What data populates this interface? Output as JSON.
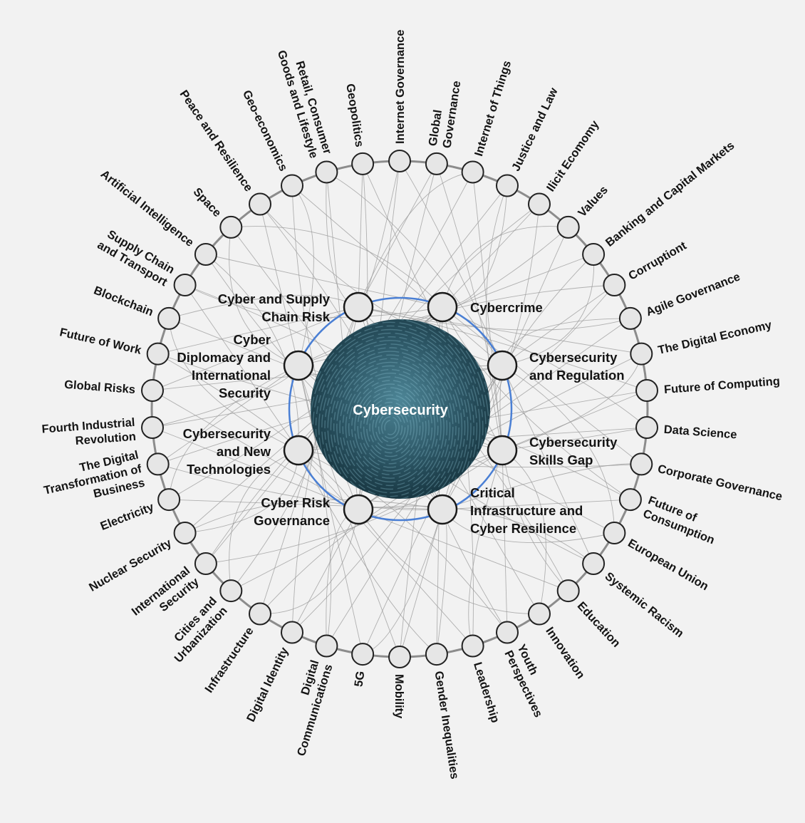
{
  "center": {
    "label": "Cybersecurity"
  },
  "colors": {
    "inner_ring": "#4a7fd4",
    "ring": "#8c8c8c",
    "center_fill": "#2d5766"
  },
  "inner_topics": [
    {
      "id": "supply",
      "lines": [
        "Cyber and Supply",
        "Chain Risk"
      ],
      "side": "left"
    },
    {
      "id": "crime",
      "lines": [
        "Cybercrime"
      ],
      "side": "right"
    },
    {
      "id": "regulation",
      "lines": [
        "Cybersecurity",
        "and Regulation"
      ],
      "side": "right"
    },
    {
      "id": "skills",
      "lines": [
        "Cybersecurity",
        "Skills Gap"
      ],
      "side": "right"
    },
    {
      "id": "infra",
      "lines": [
        "Critical",
        "Infrastructure and",
        "Cyber Resilience"
      ],
      "side": "right"
    },
    {
      "id": "risk",
      "lines": [
        "Cyber Risk",
        "Governance"
      ],
      "side": "left"
    },
    {
      "id": "newtech",
      "lines": [
        "Cybersecurity",
        "and New",
        "Technologies"
      ],
      "side": "left"
    },
    {
      "id": "diplomacy",
      "lines": [
        "Cyber",
        "Diplomacy and",
        "International",
        "Security"
      ],
      "side": "left"
    }
  ],
  "outer_topics": [
    {
      "lines": [
        "Internet Governance"
      ]
    },
    {
      "lines": [
        "Global",
        "Governance"
      ]
    },
    {
      "lines": [
        "Internet of Things"
      ]
    },
    {
      "lines": [
        "Justice and Law"
      ]
    },
    {
      "lines": [
        "Ilicit Ecomomy"
      ]
    },
    {
      "lines": [
        "Values"
      ]
    },
    {
      "lines": [
        "Banking and Capital Markets"
      ]
    },
    {
      "lines": [
        "Corruptiont"
      ]
    },
    {
      "lines": [
        "Agile Governance"
      ]
    },
    {
      "lines": [
        "The Digital Economy"
      ]
    },
    {
      "lines": [
        "Future of Computing"
      ]
    },
    {
      "lines": [
        "Data Science"
      ]
    },
    {
      "lines": [
        "Corporate Governance"
      ]
    },
    {
      "lines": [
        "Future of",
        "Consumption"
      ]
    },
    {
      "lines": [
        "European Union"
      ]
    },
    {
      "lines": [
        "Systemic Racism"
      ]
    },
    {
      "lines": [
        "Education"
      ]
    },
    {
      "lines": [
        "Innovation"
      ]
    },
    {
      "lines": [
        "Youth",
        "Perspectives"
      ]
    },
    {
      "lines": [
        "Leadership"
      ]
    },
    {
      "lines": [
        "Gender Inequalities"
      ]
    },
    {
      "lines": [
        "Mobility"
      ]
    },
    {
      "lines": [
        "5G"
      ]
    },
    {
      "lines": [
        "Digital",
        "Communications"
      ]
    },
    {
      "lines": [
        "Digital Identity"
      ]
    },
    {
      "lines": [
        "Infrastructure"
      ]
    },
    {
      "lines": [
        "Cities and",
        "Urbanization"
      ]
    },
    {
      "lines": [
        "International",
        "Security"
      ]
    },
    {
      "lines": [
        "Nuclear Security"
      ]
    },
    {
      "lines": [
        "Electricity"
      ]
    },
    {
      "lines": [
        "The Digital",
        "Transformation of",
        "Business"
      ]
    },
    {
      "lines": [
        "Fourth Industrial",
        "Revolution"
      ]
    },
    {
      "lines": [
        "Global Risks"
      ]
    },
    {
      "lines": [
        "Future of Work"
      ]
    },
    {
      "lines": [
        "Blockchain"
      ]
    },
    {
      "lines": [
        "Supply Chain",
        "and Transport"
      ]
    },
    {
      "lines": [
        "Artificial Intelligence"
      ]
    },
    {
      "lines": [
        "Space"
      ]
    },
    {
      "lines": [
        "Peace and Resilience"
      ]
    },
    {
      "lines": [
        "Geo-economics"
      ]
    },
    {
      "lines": [
        "Retail, Consumer",
        "Goods and Lifestyle"
      ]
    },
    {
      "lines": [
        "Geopolitics"
      ]
    }
  ]
}
